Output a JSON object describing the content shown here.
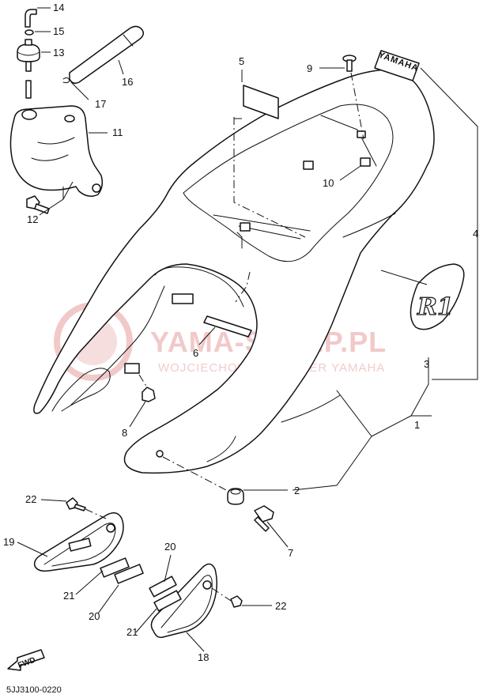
{
  "watermark": {
    "title": "YAMA-SKLEP.PL",
    "subtitle": "WOJCIECHOWICZ DEALER YAMAHA"
  },
  "diagram_code": "5JJ3100-0220",
  "fwd_label": "FWD",
  "decal_text": {
    "brand": "YAMAHA",
    "emblem": "R1"
  },
  "callouts": {
    "c1": "1",
    "c2": "2",
    "c3": "3",
    "c4": "4",
    "c5": "5",
    "c6": "6",
    "c7": "7",
    "c8": "8",
    "c9": "9",
    "c10": "10",
    "c11": "11",
    "c12": "12",
    "c13": "13",
    "c14": "14",
    "c15": "15",
    "c16": "16",
    "c17": "17",
    "c18": "18",
    "c19": "19",
    "c20a": "20",
    "c20b": "20",
    "c21a": "21",
    "c21b": "21",
    "c22a": "22",
    "c22b": "22"
  }
}
